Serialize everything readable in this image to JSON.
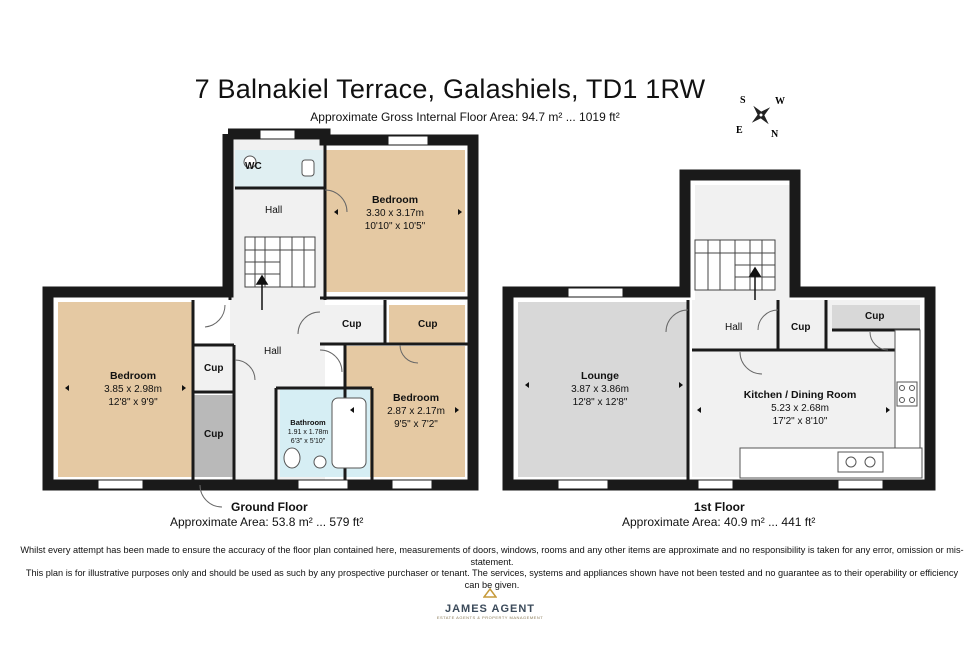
{
  "title": "7 Balnakiel Terrace, Galashiels, TD1 1RW",
  "gross_area": "Approximate Gross Internal Floor Area: 94.7 m² ... 1019 ft²",
  "compass": {
    "s": "S",
    "w": "W",
    "e": "E",
    "n": "N"
  },
  "ground_floor": {
    "name": "Ground Floor",
    "area": "Approximate Area: 53.8 m² ... 579 ft²",
    "rooms": {
      "wc": "WC",
      "hall_upper": "Hall",
      "bedroom_top": {
        "name": "Bedroom",
        "metric": "3.30 x 3.17m",
        "imperial": "10'10\" x 10'5\""
      },
      "bedroom_left": {
        "name": "Bedroom",
        "metric": "3.85 x 2.98m",
        "imperial": "12'8\" x 9'9\""
      },
      "hall_main": "Hall",
      "cup_1": "Cup",
      "cup_2": "Cup",
      "cup_3": "Cup",
      "cup_4": "Cup",
      "bathroom": {
        "name": "Bathroom",
        "metric": "1.91 x 1.78m",
        "imperial": "6'3\" x 5'10\""
      },
      "bedroom_right": {
        "name": "Bedroom",
        "metric": "2.87 x 2.17m",
        "imperial": "9'5\" x 7'2\""
      }
    }
  },
  "first_floor": {
    "name": "1st Floor",
    "area": "Approximate Area: 40.9 m² ... 441 ft²",
    "rooms": {
      "lounge": {
        "name": "Lounge",
        "metric": "3.87 x 3.86m",
        "imperial": "12'8\" x 12'8\""
      },
      "hall": "Hall",
      "cup_1": "Cup",
      "cup_2": "Cup",
      "kitchen": {
        "name": "Kitchen / Dining Room",
        "metric": "5.23 x 2.68m",
        "imperial": "17'2\" x 8'10\""
      }
    }
  },
  "disclaimer_1": "Whilst every attempt has been made to ensure the accuracy of the floor plan contained here, measurements of doors, windows, rooms and any other items are approximate and no responsibility is taken for any error, omission or mis-statement.",
  "disclaimer_2": "This plan is for illustrative purposes only and should be used as such by any prospective purchaser or tenant. The services, systems and appliances shown have not been tested and no guarantee as to their operability or efficiency can be given.",
  "logo": {
    "name": "JAMES AGENT",
    "tagline": "ESTATE AGENTS & PROPERTY MANAGEMENT"
  },
  "colors": {
    "wall": "#1a1a1a",
    "bedroom": "#e5c9a3",
    "lounge": "#d8d8d8",
    "hall": "#f1f1f1",
    "cup_dark": "#b9b9b9",
    "bath": "#d6eef4"
  }
}
